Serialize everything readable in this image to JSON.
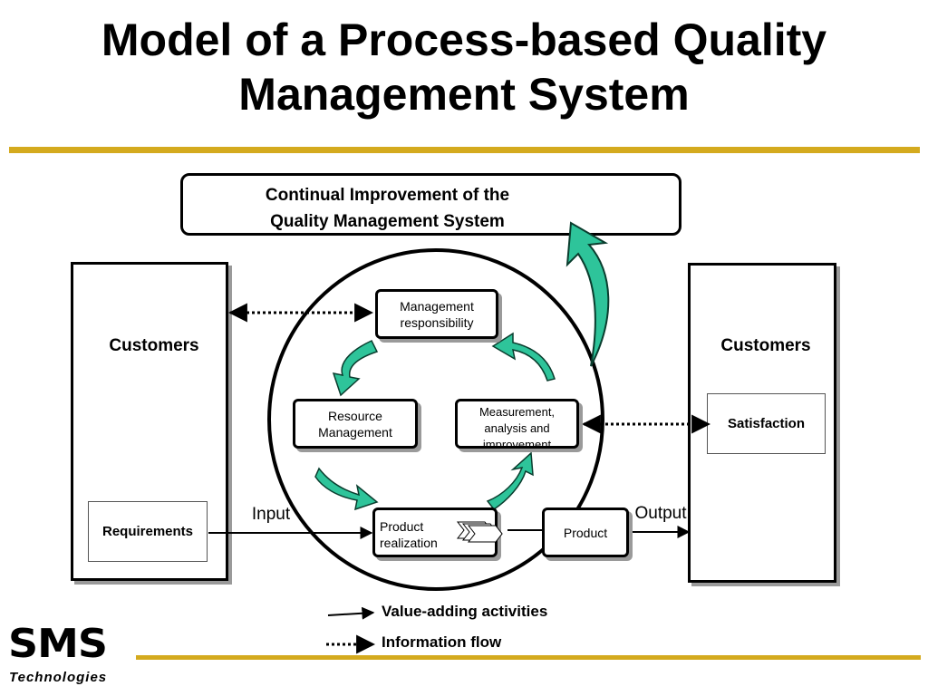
{
  "title": {
    "line1": "Model of a Process-based Quality",
    "line2": "Management System"
  },
  "improvement": {
    "line1": "Continual Improvement of the",
    "line2": "Quality Management System"
  },
  "left_customers": {
    "label": "Customers",
    "requirements": "Requirements"
  },
  "right_customers": {
    "label": "Customers",
    "satisfaction": "Satisfaction"
  },
  "processes": {
    "management": [
      "Management",
      "responsibility"
    ],
    "resource": [
      "Resource",
      "Management"
    ],
    "measurement": [
      "Measurement,",
      "analysis and",
      "improvement"
    ],
    "realization": [
      "Product",
      "realization"
    ],
    "product": "Product"
  },
  "flow_labels": {
    "input": "Input",
    "output": "Output"
  },
  "legend": {
    "value_adding": "Value-adding activities",
    "information": "Information flow"
  },
  "logo": {
    "mark": "SMS",
    "subtitle": "Technologies"
  },
  "colors": {
    "accent_rule": "#d4aa1e",
    "cycle_arrow_fill": "#2ec49a",
    "cycle_arrow_stroke": "#0a3d2e"
  }
}
